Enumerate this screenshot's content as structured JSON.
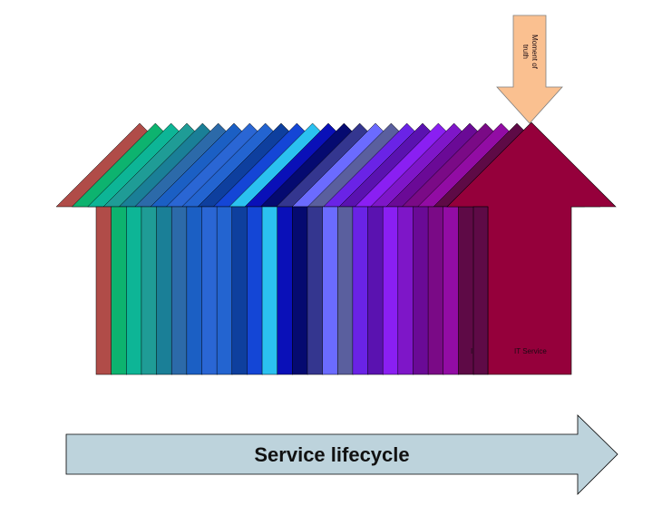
{
  "diagram": {
    "lifecycle_label": "Service lifecycle",
    "moment_label": "Moment of truth",
    "moment_label_line1": "Moment of",
    "moment_label_line2": "truth",
    "service_label": "IT Service",
    "small_label": "I",
    "colors": {
      "stack_fills": [
        "#b04c48",
        "#0db36f",
        "#0db596",
        "#1f9c96",
        "#1a7f97",
        "#2c6aa9",
        "#1b5fc4",
        "#2a66d4",
        "#2364d0",
        "#0e3f9e",
        "#1446d6",
        "#2bc1f0",
        "#0a10b8",
        "#050a70",
        "#34368f",
        "#6b6bff",
        "#5a5f9e",
        "#6a23e6",
        "#5a12b0",
        "#8a1ff2",
        "#7e16c8",
        "#6a0a96",
        "#7a0a86",
        "#920ca4",
        "#5e0a46"
      ],
      "service_fill": "#95003b",
      "moment_fill": "#fac090",
      "lifecycle_fill": "#bdd3dc",
      "outline": "#000000"
    }
  }
}
